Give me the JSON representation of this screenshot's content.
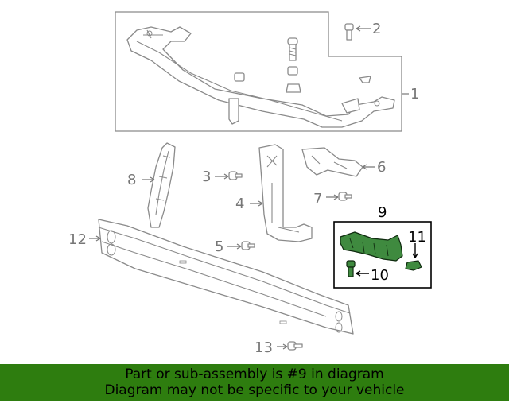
{
  "callouts": {
    "c1": "1",
    "c2": "2",
    "c3": "3",
    "c4": "4",
    "c5": "5",
    "c6": "6",
    "c7": "7",
    "c8": "8",
    "c9": "9",
    "c10": "10",
    "c11": "11",
    "c12": "12",
    "c13": "13"
  },
  "highlighted_part": "9",
  "banner": {
    "line1": "Part or sub-assembly is #9 in diagram",
    "line2": "Diagram may not be specific to your vehicle"
  },
  "colors": {
    "banner_background": "#2e7d0f",
    "highlight_fill": "#3f8a3f",
    "line_art": "#8a8a8a",
    "callout_text": "#777777"
  },
  "icons": [
    "arrow-icon",
    "bolt-icon",
    "nut-icon",
    "clip-icon"
  ]
}
